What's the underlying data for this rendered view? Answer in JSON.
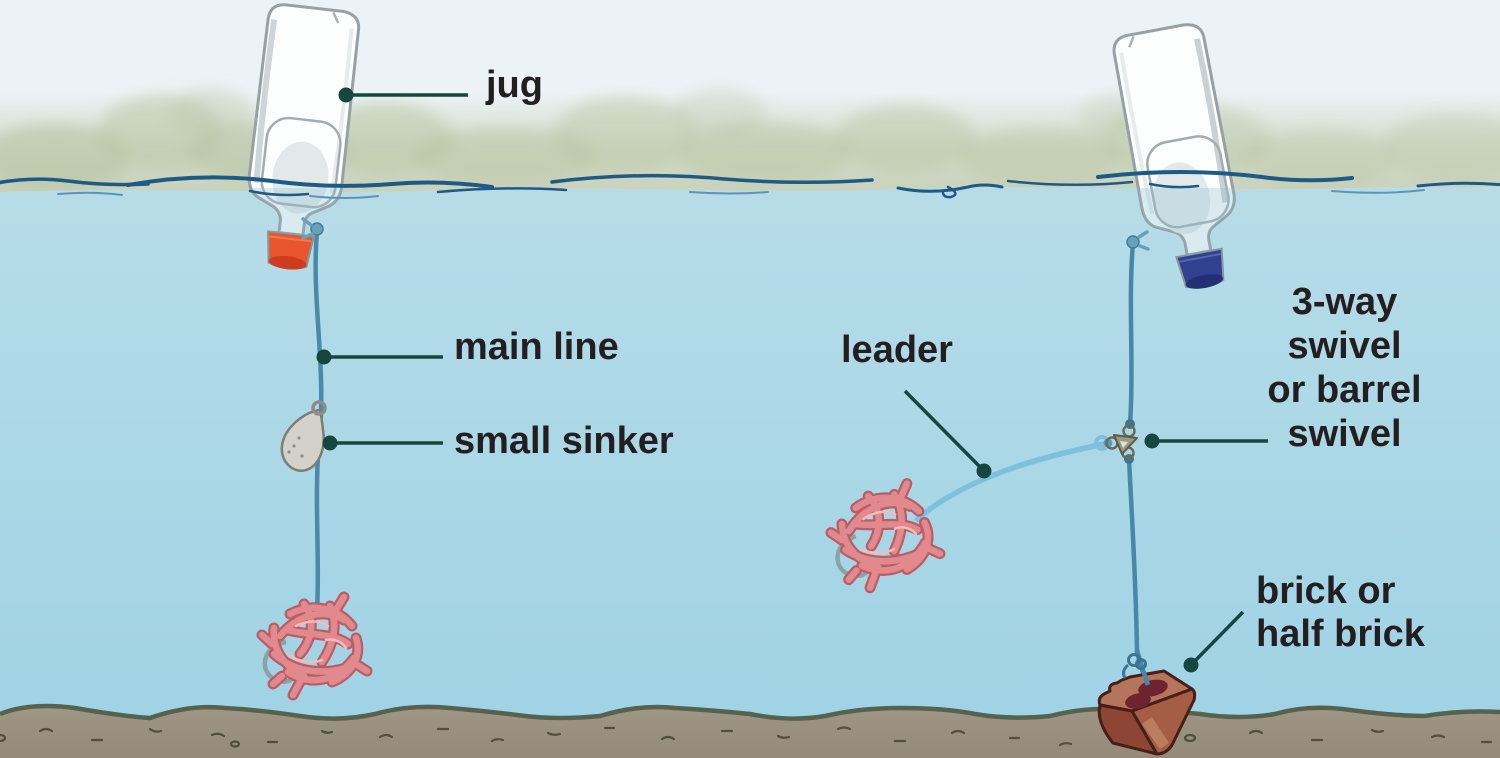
{
  "diagram": {
    "type": "illustration",
    "subject": "jug fishing rigs - floating jug rig with sinker bait, and anchored jug rig with swivel, leader and brick"
  },
  "labels": {
    "jug": "jug",
    "main_line": "main line",
    "small_sinker": "small sinker",
    "leader": "leader",
    "swivel": [
      "3-way",
      "swivel",
      "or barrel",
      "swivel"
    ],
    "brick": [
      "brick or",
      "half brick"
    ]
  },
  "colors": {
    "label_text": "#231f20",
    "callout": "#17463f",
    "sky": "#ebf3f6",
    "treeline": "#b7c5a2",
    "water_surface": "#b7dce8",
    "water_deep": "#9ed2e5",
    "wave_stroke": "#1d5a85",
    "main_line": "#4b89a8",
    "leader_line": "#7fc0df",
    "jug_body": "#fdfefe",
    "jug_outline": "#97a1a5",
    "cap_left": "#e8552e",
    "cap_right": "#2f418f",
    "sinker": "#d2d2ca",
    "worm_bait": "#e2898d",
    "brick_top": "#b5755c",
    "brick_front": "#8d4536",
    "brick_side": "#a55d45",
    "lake_bottom": "#9a9080",
    "bottom_edge": "#57624e"
  }
}
